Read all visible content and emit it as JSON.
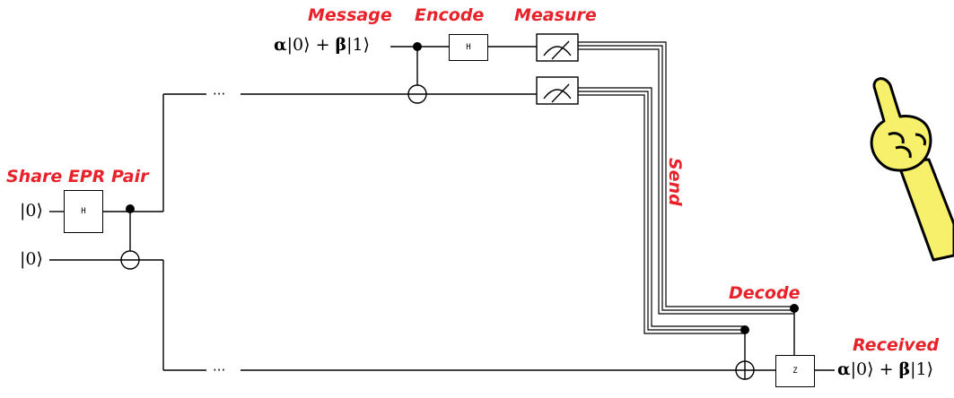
{
  "labels": {
    "message": "Message",
    "encode": "Encode",
    "measure": "Measure",
    "share_epr": "Share EPR Pair",
    "send": "Send",
    "decode": "Decode",
    "received": "Received"
  },
  "kets": {
    "message_state_alpha": "α",
    "message_state_mid": "|0⟩ + ",
    "message_state_beta": "β",
    "message_state_end": "|1⟩",
    "zero_1": "|0⟩",
    "zero_2": "|0⟩",
    "received_alpha": "α",
    "received_mid": "|0⟩ + ",
    "received_beta": "β",
    "received_end": "|1⟩"
  },
  "gates": {
    "encode_h": "H",
    "share_h": "H",
    "decode_z": "Z"
  },
  "ellipsis": {
    "top": "···",
    "bottom": "···"
  },
  "colors": {
    "label": "#e8222a",
    "hand_fill": "#f7f06a",
    "wire": "#000000"
  },
  "icons": {
    "hand": "pointing-hand-icon",
    "meter": "measurement-meter-icon"
  }
}
